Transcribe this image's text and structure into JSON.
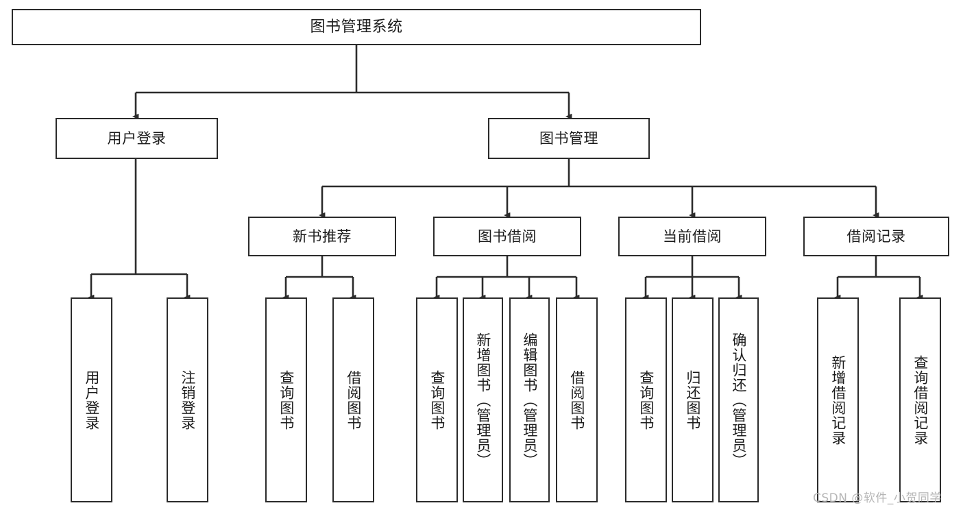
{
  "diagram": {
    "title": "图书管理系统",
    "type": "tree-hierarchy",
    "root": {
      "label": "图书管理系统"
    },
    "level2": [
      {
        "label": "用户登录"
      },
      {
        "label": "图书管理"
      }
    ],
    "level3": [
      {
        "label": "新书推荐"
      },
      {
        "label": "图书借阅"
      },
      {
        "label": "当前借阅"
      },
      {
        "label": "借阅记录"
      }
    ],
    "leaves": {
      "user_login": [
        {
          "label": "用户登录"
        },
        {
          "label": "注销登录"
        }
      ],
      "new_book_recommend": [
        {
          "label": "查询图书"
        },
        {
          "label": "借阅图书"
        }
      ],
      "book_borrow": [
        {
          "label": "查询图书"
        },
        {
          "label": "新增图书（管理员）"
        },
        {
          "label": "编辑图书（管理员）"
        },
        {
          "label": "借阅图书"
        }
      ],
      "current_borrow": [
        {
          "label": "查询图书"
        },
        {
          "label": "归还图书"
        },
        {
          "label": "确认归还（管理员）"
        }
      ],
      "borrow_record": [
        {
          "label": "新增借阅记录"
        },
        {
          "label": "查询借阅记录"
        }
      ]
    }
  },
  "watermark": {
    "text": "CSDN @软件_小贺同学"
  },
  "colors": {
    "stroke": "#2b2b2b",
    "background": "#ffffff",
    "text": "#1c1c1c",
    "watermark": "#b6b6b6"
  }
}
